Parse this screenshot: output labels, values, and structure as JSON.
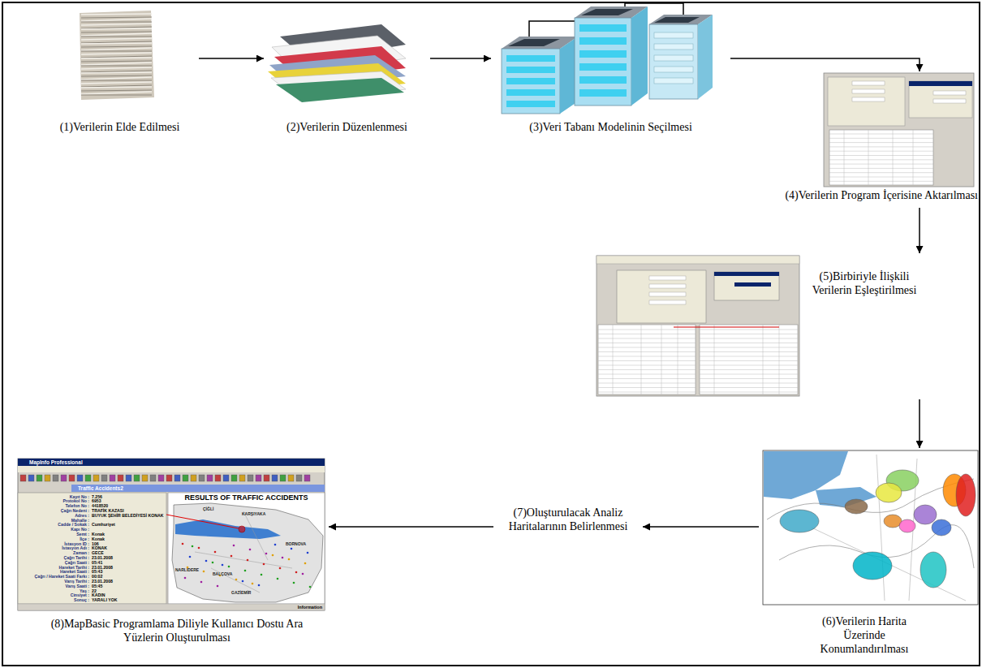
{
  "diagram": {
    "nodes": [
      {
        "text": [
          "(1)Verilerin Elde Edilmesi"
        ]
      },
      {
        "text": [
          "(2)Verilerin Düzenlenmesi"
        ]
      },
      {
        "text": [
          "(3)Veri Tabanı Modelinin Seçilmesi"
        ]
      },
      {
        "text": [
          "(4)Verilerin Program İçerisine Aktarılması"
        ]
      },
      {
        "text": [
          "(5)Birbiriyle İlişkili Verilerin Eşleştirilmesi"
        ]
      },
      {
        "text": [
          "(6)Verilerin Harita Üzerinde Konumlandırılması"
        ]
      },
      {
        "text": [
          "(7)Oluşturulacak Analiz Haritalarının Belirlenmesi"
        ]
      },
      {
        "text": [
          "(8)MapBasic Programlama Diliyle Kullanıcı Dostu Ara Yüzlerin Oluşturulması"
        ]
      }
    ],
    "edges": [
      {
        "from": 0,
        "to": 1,
        "arrow": "to"
      },
      {
        "from": 1,
        "to": 2,
        "arrow": "to"
      },
      {
        "from": 2,
        "to": 3,
        "arrow": "to"
      },
      {
        "from": 3,
        "to": 4,
        "arrow": "to"
      },
      {
        "from": 4,
        "to": 5,
        "arrow": "to"
      },
      {
        "from": 5,
        "to": 6,
        "arrow": "to"
      },
      {
        "from": 6,
        "to": 7,
        "arrow": "to"
      }
    ],
    "labels": [
      "MapInfo Professional",
      "Traffic Accidents2",
      "Kayıt No :",
      "Protokol No :",
      "Telefon No :",
      "Çağrı Nedeni :",
      "Adres :",
      "Mahalle :",
      "Cadde / Sokak :",
      "Kapı No :",
      "Semt :",
      "İlçe :",
      "İstasyon ID :",
      "İstasyon Adı :",
      "Zaman :",
      "Çağrı Tarihi :",
      "Çağrı Saati :",
      "Hareket Tarihi :",
      "Hareket Saati :",
      "Çağrı / Hareket Saati Farkı :",
      "Varış Tarihi :",
      "Varış Saati :",
      "Yaş :",
      "Cinsiyet :",
      "Sonuç :",
      "7.256",
      "6953",
      "4418520",
      "TRAFİK KAZASI",
      "BUYUK ŞEHİR BELEDİYESİ KONAK",
      "Cumhuriyet",
      "Konak",
      "Konak",
      "106",
      "KONAK",
      "GECE",
      "23.01.2008",
      "05:41",
      "23.01.2008",
      "05:43",
      "00:02",
      "23.01.2008",
      "05:45",
      "22",
      "KADIN",
      "YARALI YOK",
      "Information",
      "RESULTS OF TRAFFIC ACCIDENTS",
      "ÇİĞLİ",
      "KARŞIYAKA",
      "BORNOVA",
      "NARLIDERE",
      "BALÇOVA",
      "GAZİEMİR"
    ]
  }
}
